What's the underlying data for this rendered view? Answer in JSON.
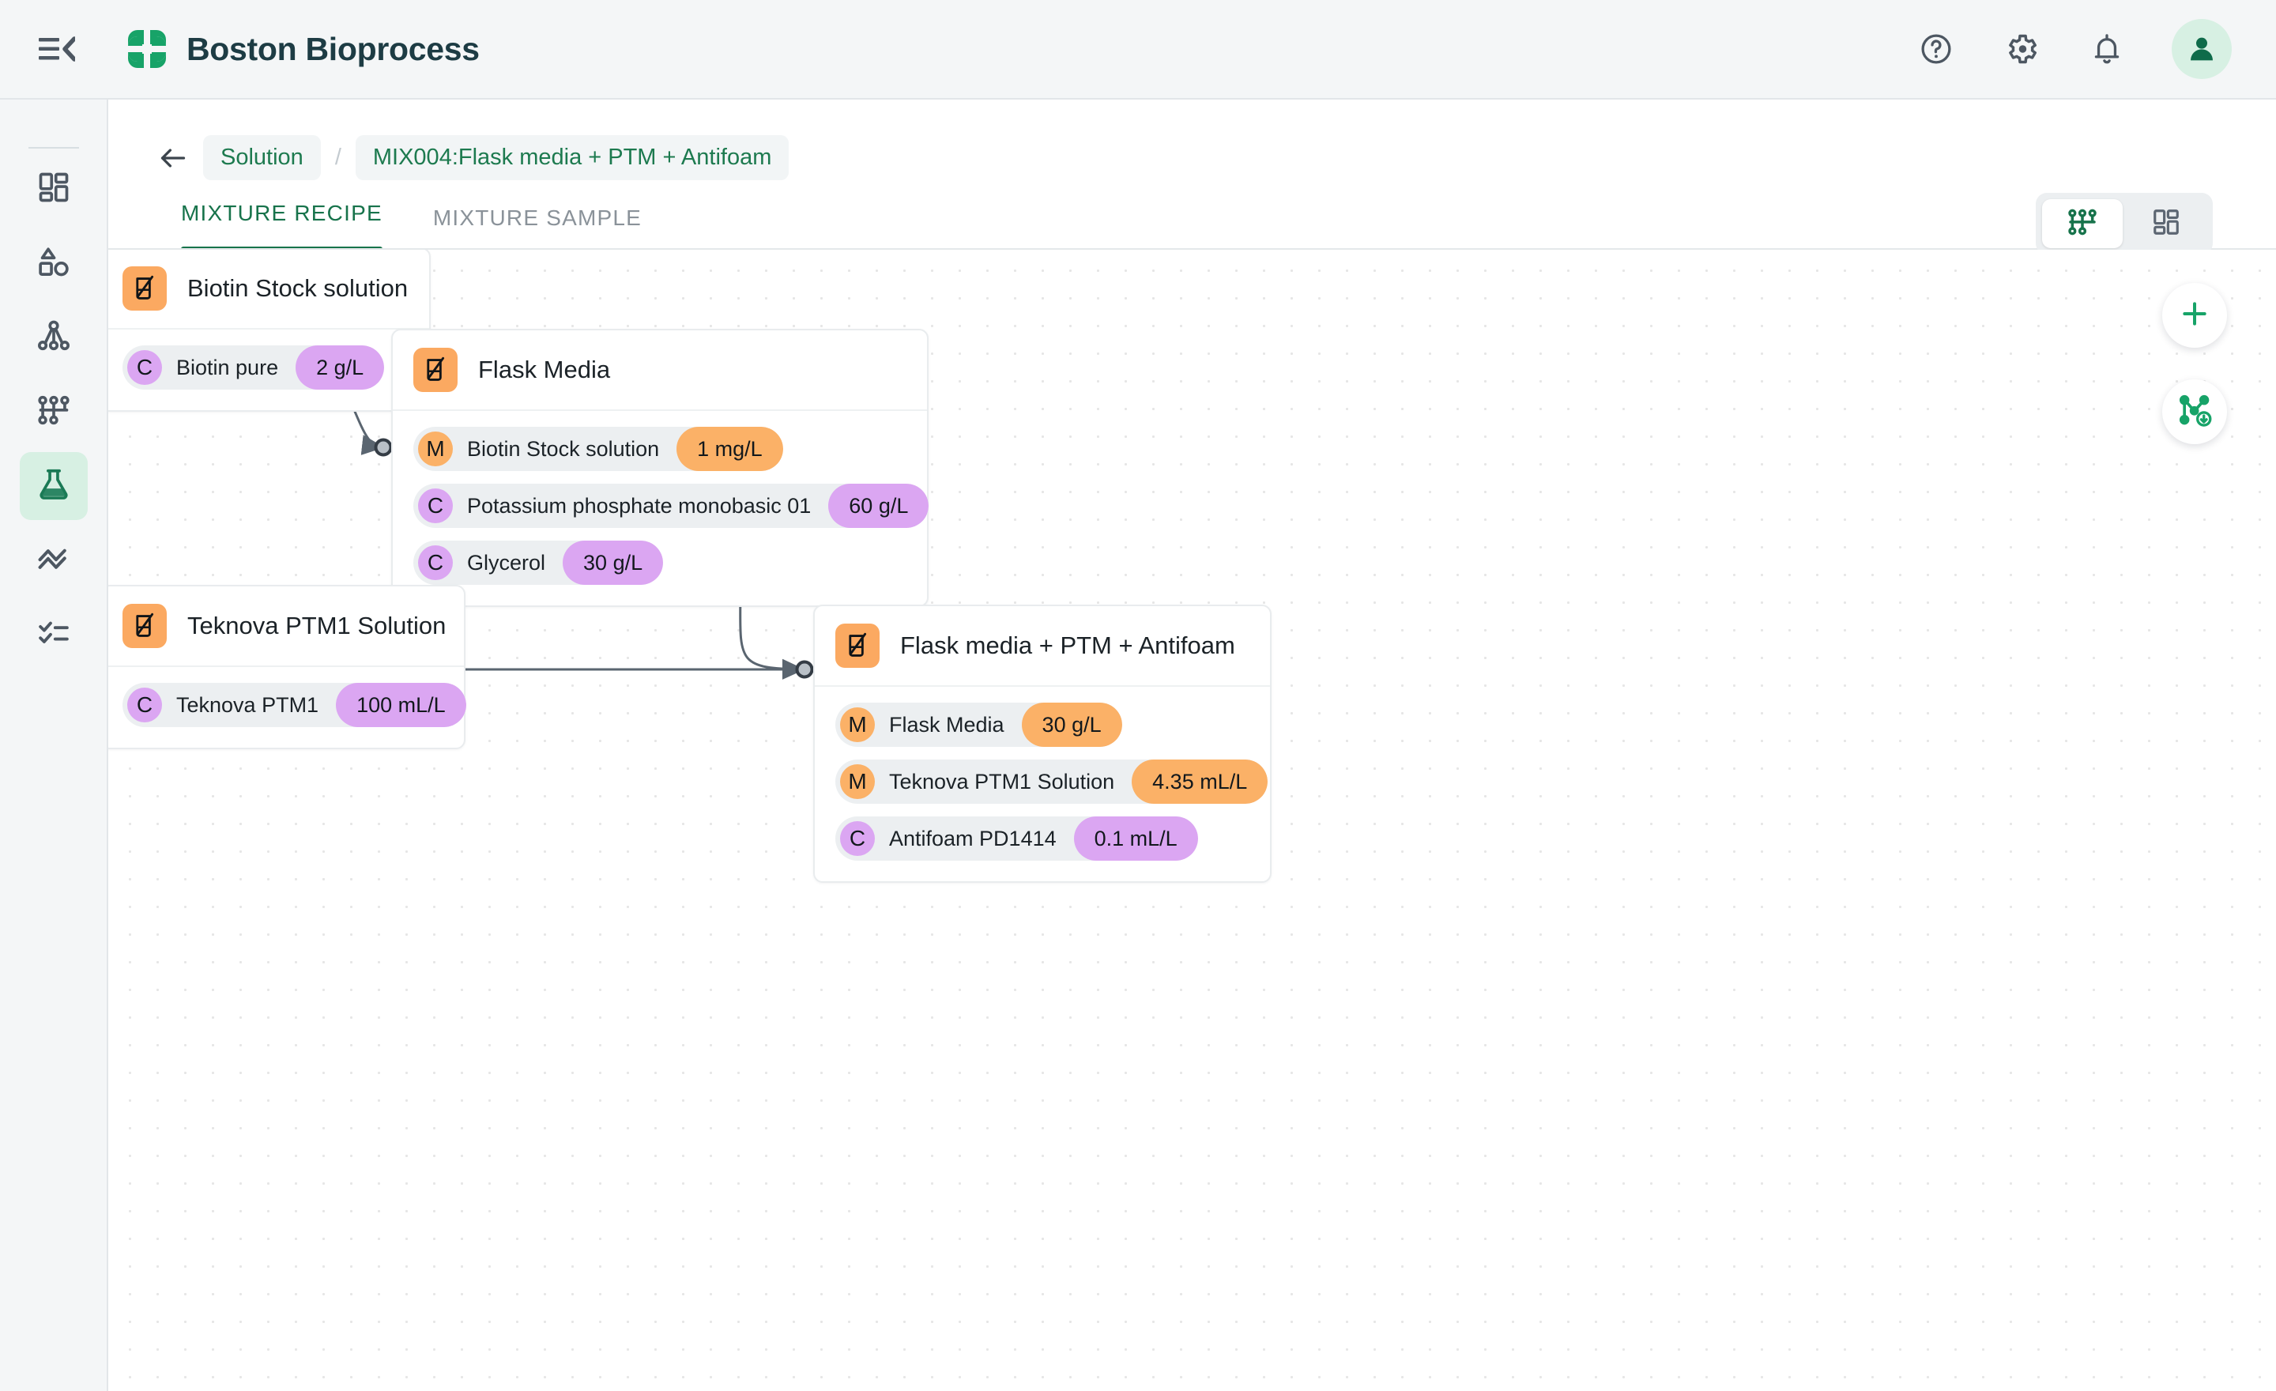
{
  "header": {
    "menu_toggle_icon": "menu-collapse-icon",
    "brand_name": "Boston Bioprocess",
    "logo_icon": "boston-bioprocess-logo",
    "actions": [
      {
        "icon": "help-circle-icon",
        "name": "help-button"
      },
      {
        "icon": "gear-icon",
        "name": "settings-button"
      },
      {
        "icon": "bell-icon",
        "name": "notifications-button"
      }
    ],
    "avatar_icon": "user-avatar-icon"
  },
  "sidebar": {
    "items": [
      {
        "icon": "dashboard-grid-icon",
        "name": "sidebar-item-dashboard",
        "active": false
      },
      {
        "icon": "shapes-icon",
        "name": "sidebar-item-shapes",
        "active": false
      },
      {
        "icon": "hierarchy-icon",
        "name": "sidebar-item-hierarchy",
        "active": false
      },
      {
        "icon": "workflow-nodes-icon",
        "name": "sidebar-item-workflow",
        "active": false
      },
      {
        "icon": "flask-icon",
        "name": "sidebar-item-solutions",
        "active": true
      },
      {
        "icon": "analytics-chart-icon",
        "name": "sidebar-item-analytics",
        "active": false
      },
      {
        "icon": "checklist-icon",
        "name": "sidebar-item-tasks",
        "active": false
      }
    ]
  },
  "breadcrumb": {
    "back_icon": "arrow-left-icon",
    "root": "Solution",
    "separator": "/",
    "current": "MIX004:Flask media + PTM + Antifoam"
  },
  "tabs": [
    {
      "label": "MIXTURE RECIPE",
      "active": true
    },
    {
      "label": "MIXTURE SAMPLE",
      "active": false
    }
  ],
  "view_toggle": [
    {
      "icon": "graph-view-icon",
      "name": "view-toggle-graph",
      "active": true
    },
    {
      "icon": "card-view-icon",
      "name": "view-toggle-grid",
      "active": false
    }
  ],
  "canvas_actions": [
    {
      "icon": "plus-icon",
      "name": "add-node-button"
    },
    {
      "icon": "graph-add-icon",
      "name": "auto-layout-button"
    }
  ],
  "colors": {
    "brand_green": "#17734b",
    "accent_orange": "#fba961",
    "accent_purple": "#dba6f2",
    "chip_bg": "#eceff1",
    "edge": "#4a5560",
    "canvas_bg": "#ffffff",
    "panel_bg": "#f4f6f7"
  },
  "graph": {
    "nodes": [
      {
        "id": "biotin-stock",
        "title": "Biotin Stock solution",
        "icon": "beaker-icon",
        "ingredients": [
          {
            "type": "C",
            "label": "Biotin pure",
            "value": "2 g/L"
          }
        ]
      },
      {
        "id": "flask-media",
        "title": "Flask Media",
        "icon": "beaker-icon",
        "ingredients": [
          {
            "type": "M",
            "label": "Biotin Stock solution",
            "value": "1 mg/L"
          },
          {
            "type": "C",
            "label": "Potassium phosphate monobasic 01",
            "value": "60 g/L"
          },
          {
            "type": "C",
            "label": "Glycerol",
            "value": "30 g/L"
          }
        ]
      },
      {
        "id": "teknova-ptm1",
        "title": "Teknova PTM1 Solution",
        "icon": "beaker-icon",
        "ingredients": [
          {
            "type": "C",
            "label": "Teknova PTM1",
            "value": "100 mL/L"
          }
        ]
      },
      {
        "id": "flask-media-ptm-antifoam",
        "title": "Flask media + PTM + Antifoam",
        "icon": "beaker-icon",
        "ingredients": [
          {
            "type": "M",
            "label": "Flask Media",
            "value": "30 g/L"
          },
          {
            "type": "M",
            "label": "Teknova PTM1 Solution",
            "value": "4.35 mL/L"
          },
          {
            "type": "C",
            "label": "Antifoam PD1414",
            "value": "0.1 mL/L"
          }
        ]
      }
    ],
    "edges": [
      {
        "from": "biotin-stock",
        "to": "flask-media"
      },
      {
        "from": "flask-media",
        "to": "flask-media-ptm-antifoam"
      },
      {
        "from": "teknova-ptm1",
        "to": "flask-media-ptm-antifoam"
      }
    ]
  }
}
